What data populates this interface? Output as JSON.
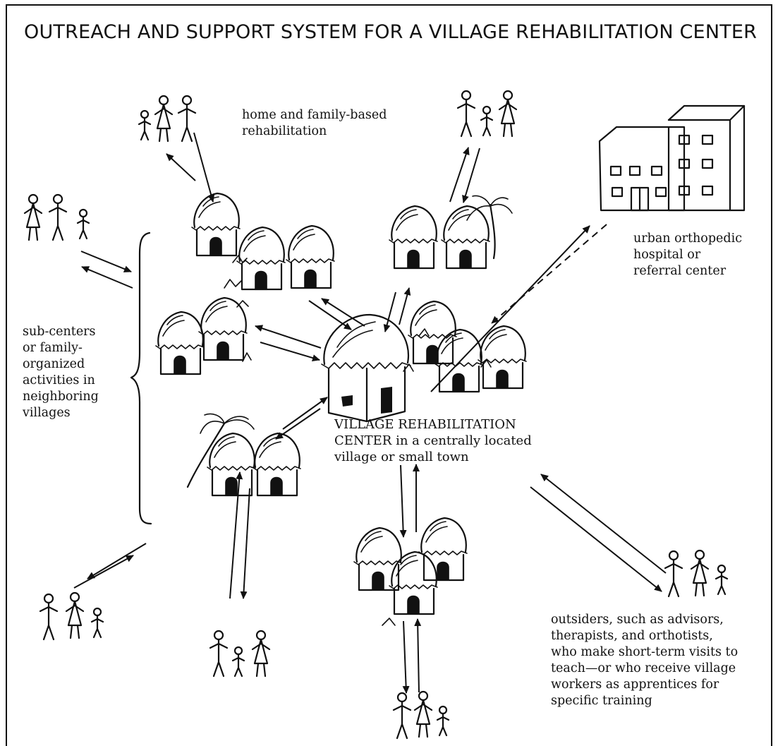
{
  "title": "OUTREACH AND SUPPORT SYSTEM FOR A VILLAGE REHABILITATION CENTER",
  "labels": {
    "home_family": [
      "home and family-based",
      "rehabilitation"
    ],
    "urban_hospital": [
      "urban orthopedic",
      "hospital or",
      "referral center"
    ],
    "sub_centers": [
      "sub-centers",
      "or family-",
      "organized",
      "activities in",
      "neighboring",
      "villages"
    ],
    "village_center": [
      "VILLAGE REHABILITATION",
      "CENTER in a centrally located",
      "village or small town"
    ],
    "outsiders": [
      "outsiders, such as advisors,",
      "therapists, and orthotists,",
      "who make short-term visits to",
      "teach—or who receive village",
      "workers as apprentices for",
      "specific training"
    ]
  },
  "colors": {
    "ink": "#111111",
    "background": "#ffffff"
  }
}
